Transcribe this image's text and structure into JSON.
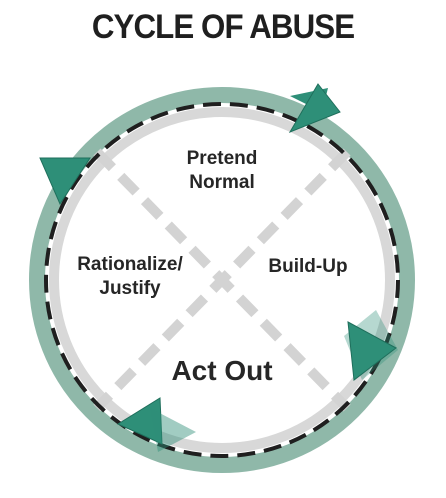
{
  "title": "CYCLE OF ABUSE",
  "stages": {
    "top": [
      "Pretend",
      "Normal"
    ],
    "right": [
      "Build-Up"
    ],
    "bottom": [
      "Act Out"
    ],
    "left": [
      "Rationalize/",
      "Justify"
    ]
  },
  "colors": {
    "ring": "#8fb8a9",
    "arrow": "#2e8f78",
    "arrow_edge": "#1f6f5c",
    "dash": "#1f1f1f",
    "inner_cross": "#d3d3d3",
    "inner_ring": "#d8d8d8",
    "text": "#262626"
  }
}
